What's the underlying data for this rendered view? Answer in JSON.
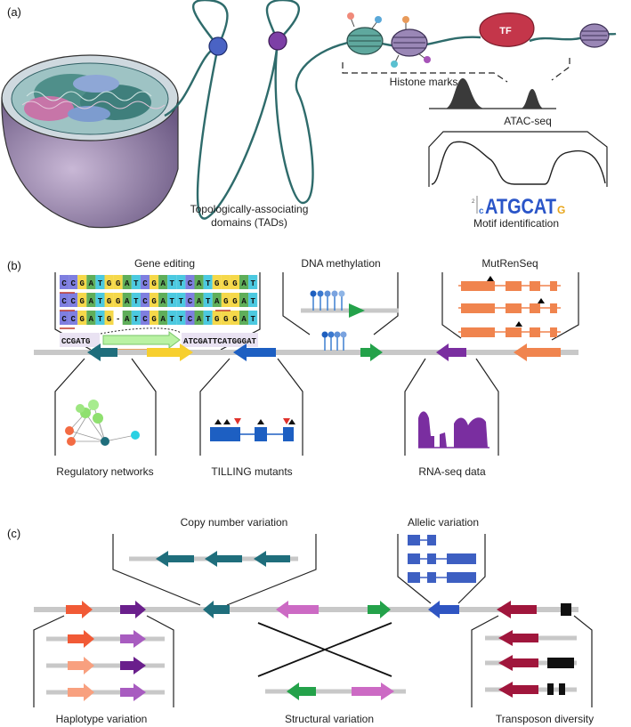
{
  "panel_a": {
    "label": "(a)",
    "tads_label_1": "Topologically-associating",
    "tads_label_2": "domains (TADs)",
    "histone_label": "Histone marks",
    "atac_label": "ATAC-seq",
    "tf_label": "TF",
    "motif_label": "Motif identification",
    "motif_letters": "ATGCAT"
  },
  "panel_b": {
    "label": "(b)",
    "gene_editing": "Gene editing",
    "dna_methylation": "DNA methylation",
    "mutrenseq": "MutRenSeq",
    "regulatory_networks": "Regulatory networks",
    "tilling_mutants": "TILLING mutants",
    "rnaseq_data": "RNA-seq data",
    "sequences": [
      "CCGATGGATCGATTCATGGGAT",
      "CCGATGGATCGATTCATAGGAT",
      "CCGATG-ATCGATTCATGGGAT"
    ],
    "edited_left": "CCGATG",
    "edited_right": "ATCGATTCATGGGAT",
    "colors": {
      "A": "#5fae5a",
      "C": "#7f7fe0",
      "G": "#f5d84a",
      "T": "#4cc9e0"
    }
  },
  "panel_c": {
    "label": "(c)",
    "copy_number_variation": "Copy number variation",
    "allelic_variation": "Allelic variation",
    "haplotype_variation": "Haplotype variation",
    "structural_variation": "Structural variation",
    "transposon_diversity": "Transposon diversity"
  }
}
